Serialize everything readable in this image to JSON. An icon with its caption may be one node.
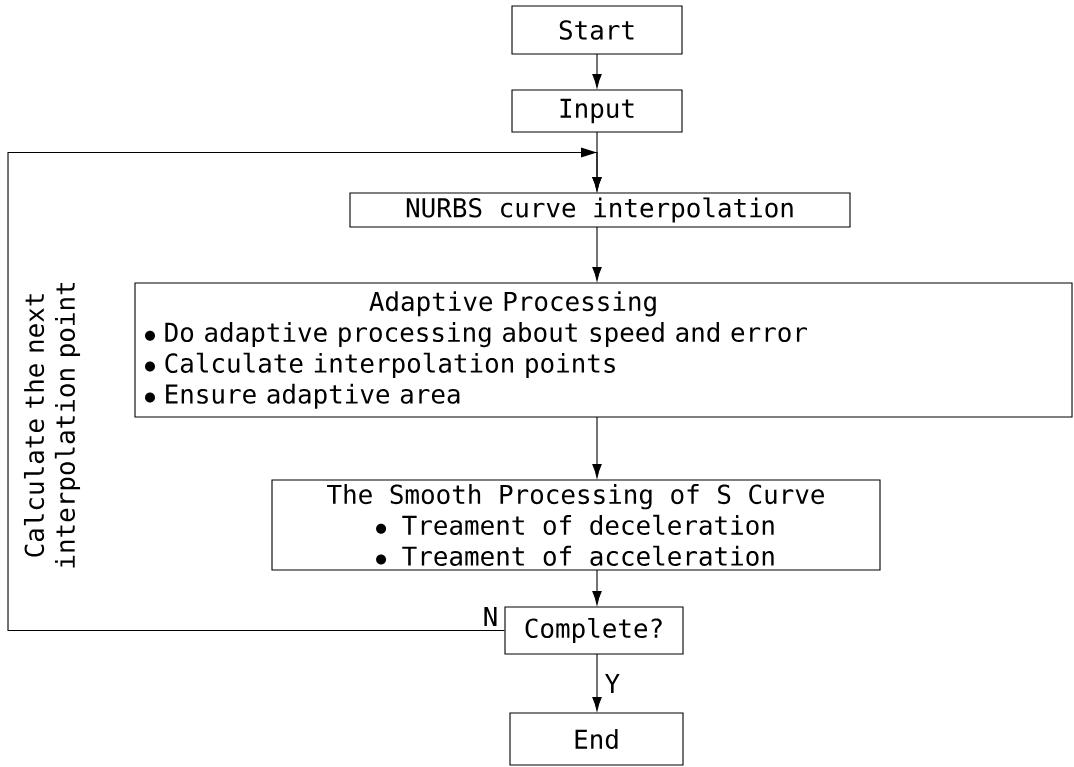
{
  "diagram": {
    "nodes": [
      {
        "text": [
          "Start"
        ]
      },
      {
        "text": [
          "Input"
        ]
      },
      {
        "text": [
          "NURBS curve interpolation"
        ]
      },
      {
        "text": [
          "Adaptive Processing",
          "Do adaptive processing about speed and error",
          "Calculate interpolation points",
          "Ensure adaptive area"
        ]
      },
      {
        "text": [
          "The Smooth Processing of S Curve",
          "Treament of deceleration",
          "Treament of acceleration"
        ]
      },
      {
        "text": [
          "Complete?"
        ]
      },
      {
        "text": [
          "End"
        ]
      }
    ],
    "edges": [
      {
        "from": 0,
        "to": 1,
        "arrow": "to"
      },
      {
        "from": 1,
        "to": 2,
        "arrow": "to"
      },
      {
        "from": 2,
        "to": 3,
        "arrow": "to"
      },
      {
        "from": 3,
        "to": 4,
        "arrow": "to"
      },
      {
        "from": 4,
        "to": 5,
        "arrow": "to"
      },
      {
        "from": 5,
        "to": 6,
        "arrow": "to",
        "label": "Y"
      },
      {
        "from": 5,
        "to": 2,
        "arrow": "to",
        "label": "N"
      }
    ],
    "labels": [
      "Calculate the next interpolation point"
    ]
  }
}
